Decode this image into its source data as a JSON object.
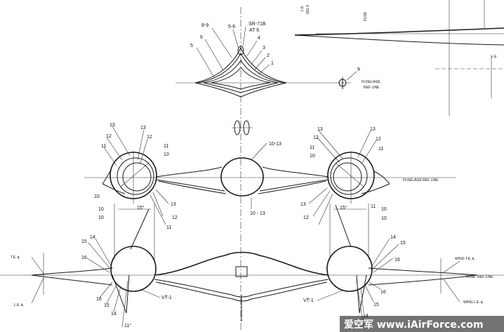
{
  "top_section": {
    "labels": {
      "sr_71b": "SR-71B",
      "at_6": "AT 6",
      "fuselage_ref_line": "FUSELAGE",
      "fuselage_ref_line_2": "REF LINE",
      "s1": "1",
      "s2": "2",
      "s3": "3",
      "s4": "4",
      "s56": "5-6",
      "s5": "5",
      "s6": "6",
      "s89": "8-9",
      "s9": "9"
    }
  },
  "middle_section": {
    "labels": {
      "center": "10-13",
      "center_bottom": "10 - 13",
      "fuselage_ref_line": "FUSELAGE REF LINE",
      "angle": "15°",
      "angle_right": "15°",
      "l13a": "13",
      "l12a": "12",
      "l11a": "11",
      "l10a": "10",
      "l13b": "13",
      "l12b": "12",
      "l11b": "11",
      "l10b": "10",
      "l10c": "10",
      "l10d": "10",
      "l13c": "13",
      "l12c": "12",
      "l11c": "11",
      "r13a": "13",
      "r12a": "12",
      "r10a": "10",
      "r11a": "11",
      "r13b": "13",
      "r12b": "12",
      "r11b": "11",
      "r13c": "13",
      "r12c": "12",
      "r11c": "11",
      "r10c": "10",
      "r10d": "10"
    }
  },
  "bottom_section": {
    "labels": {
      "left_te": "T.E. ℄",
      "left_le": "L.E. ℄",
      "wing_te": "WING T.E. ℄",
      "wing_le": "WING L.E. ℄",
      "fuse_ref_line": "FUSE. REF LINE",
      "vt1_left": "VT-1",
      "vt1_right": "VT-1",
      "angle": "11°",
      "l15a": "15",
      "l14a": "14",
      "l16a": "16",
      "l16b": "16",
      "l15b": "15",
      "l14b": "14",
      "r14a": "14",
      "r15a": "15",
      "r16a": "16",
      "r16b": "16",
      "r15b": "15",
      "r14b": "14"
    }
  },
  "top_right": {
    "labels": {
      "le": "L.E.",
      "le_sub": "(AS S",
      "fuse_le": "FUSE",
      "r_le": "L.E."
    }
  },
  "watermark": {
    "text": "爱空军 www.iAirForce.com"
  }
}
